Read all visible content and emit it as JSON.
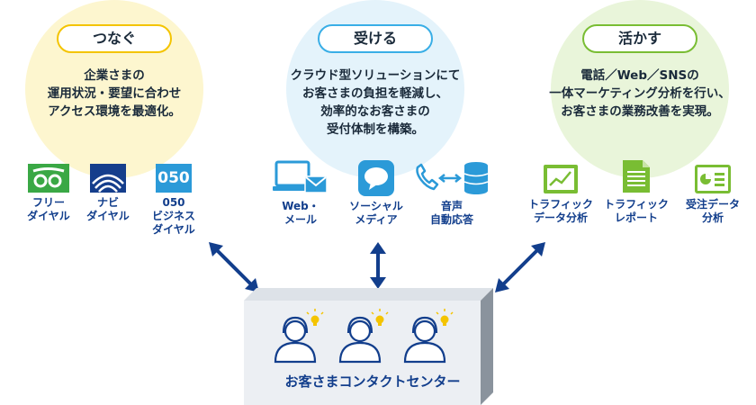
{
  "sections": [
    {
      "title": "つなぐ",
      "lines": [
        "企業さまの",
        "運用状況・要望に合わせ",
        "アクセス環境を最適化。"
      ],
      "items": [
        {
          "icon": "freedial-icon",
          "lines": [
            "フリー",
            "ダイヤル"
          ]
        },
        {
          "icon": "navidial-icon",
          "lines": [
            "ナビ",
            "ダイヤル"
          ]
        },
        {
          "icon": "050-icon",
          "icon_text": "050",
          "lines": [
            "050",
            "ビジネス",
            "ダイヤル"
          ]
        }
      ]
    },
    {
      "title": "受ける",
      "lines": [
        "クラウド型ソリューションにて",
        "お客さまの負担を軽減し、",
        "効率的なお客さまの",
        "受付体制を構築。"
      ],
      "items": [
        {
          "icon": "web-mail-icon",
          "lines": [
            "Web・",
            "メール"
          ]
        },
        {
          "icon": "social-media-icon",
          "lines": [
            "ソーシャル",
            "メディア"
          ]
        },
        {
          "icon": "ivr-icon",
          "lines": [
            "音声",
            "自動応答"
          ]
        }
      ]
    },
    {
      "title": "活かす",
      "lines": [
        "電話／Web／SNSの",
        "一体マーケティング分析を行い、",
        "お客さまの業務改善を実現。"
      ],
      "items": [
        {
          "icon": "traffic-chart-icon",
          "lines": [
            "トラフィック",
            "データ分析"
          ]
        },
        {
          "icon": "report-icon",
          "lines": [
            "トラフィック",
            "レポート"
          ]
        },
        {
          "icon": "order-analysis-icon",
          "lines": [
            "受注データ",
            "分析"
          ]
        }
      ]
    }
  ],
  "center": {
    "label": "お客さまコンタクトセンター",
    "operator_count": 3
  },
  "colors": {
    "yellow": "#f4c400",
    "blue": "#39aee6",
    "green": "#79bd33",
    "navy": "#123e8c"
  }
}
